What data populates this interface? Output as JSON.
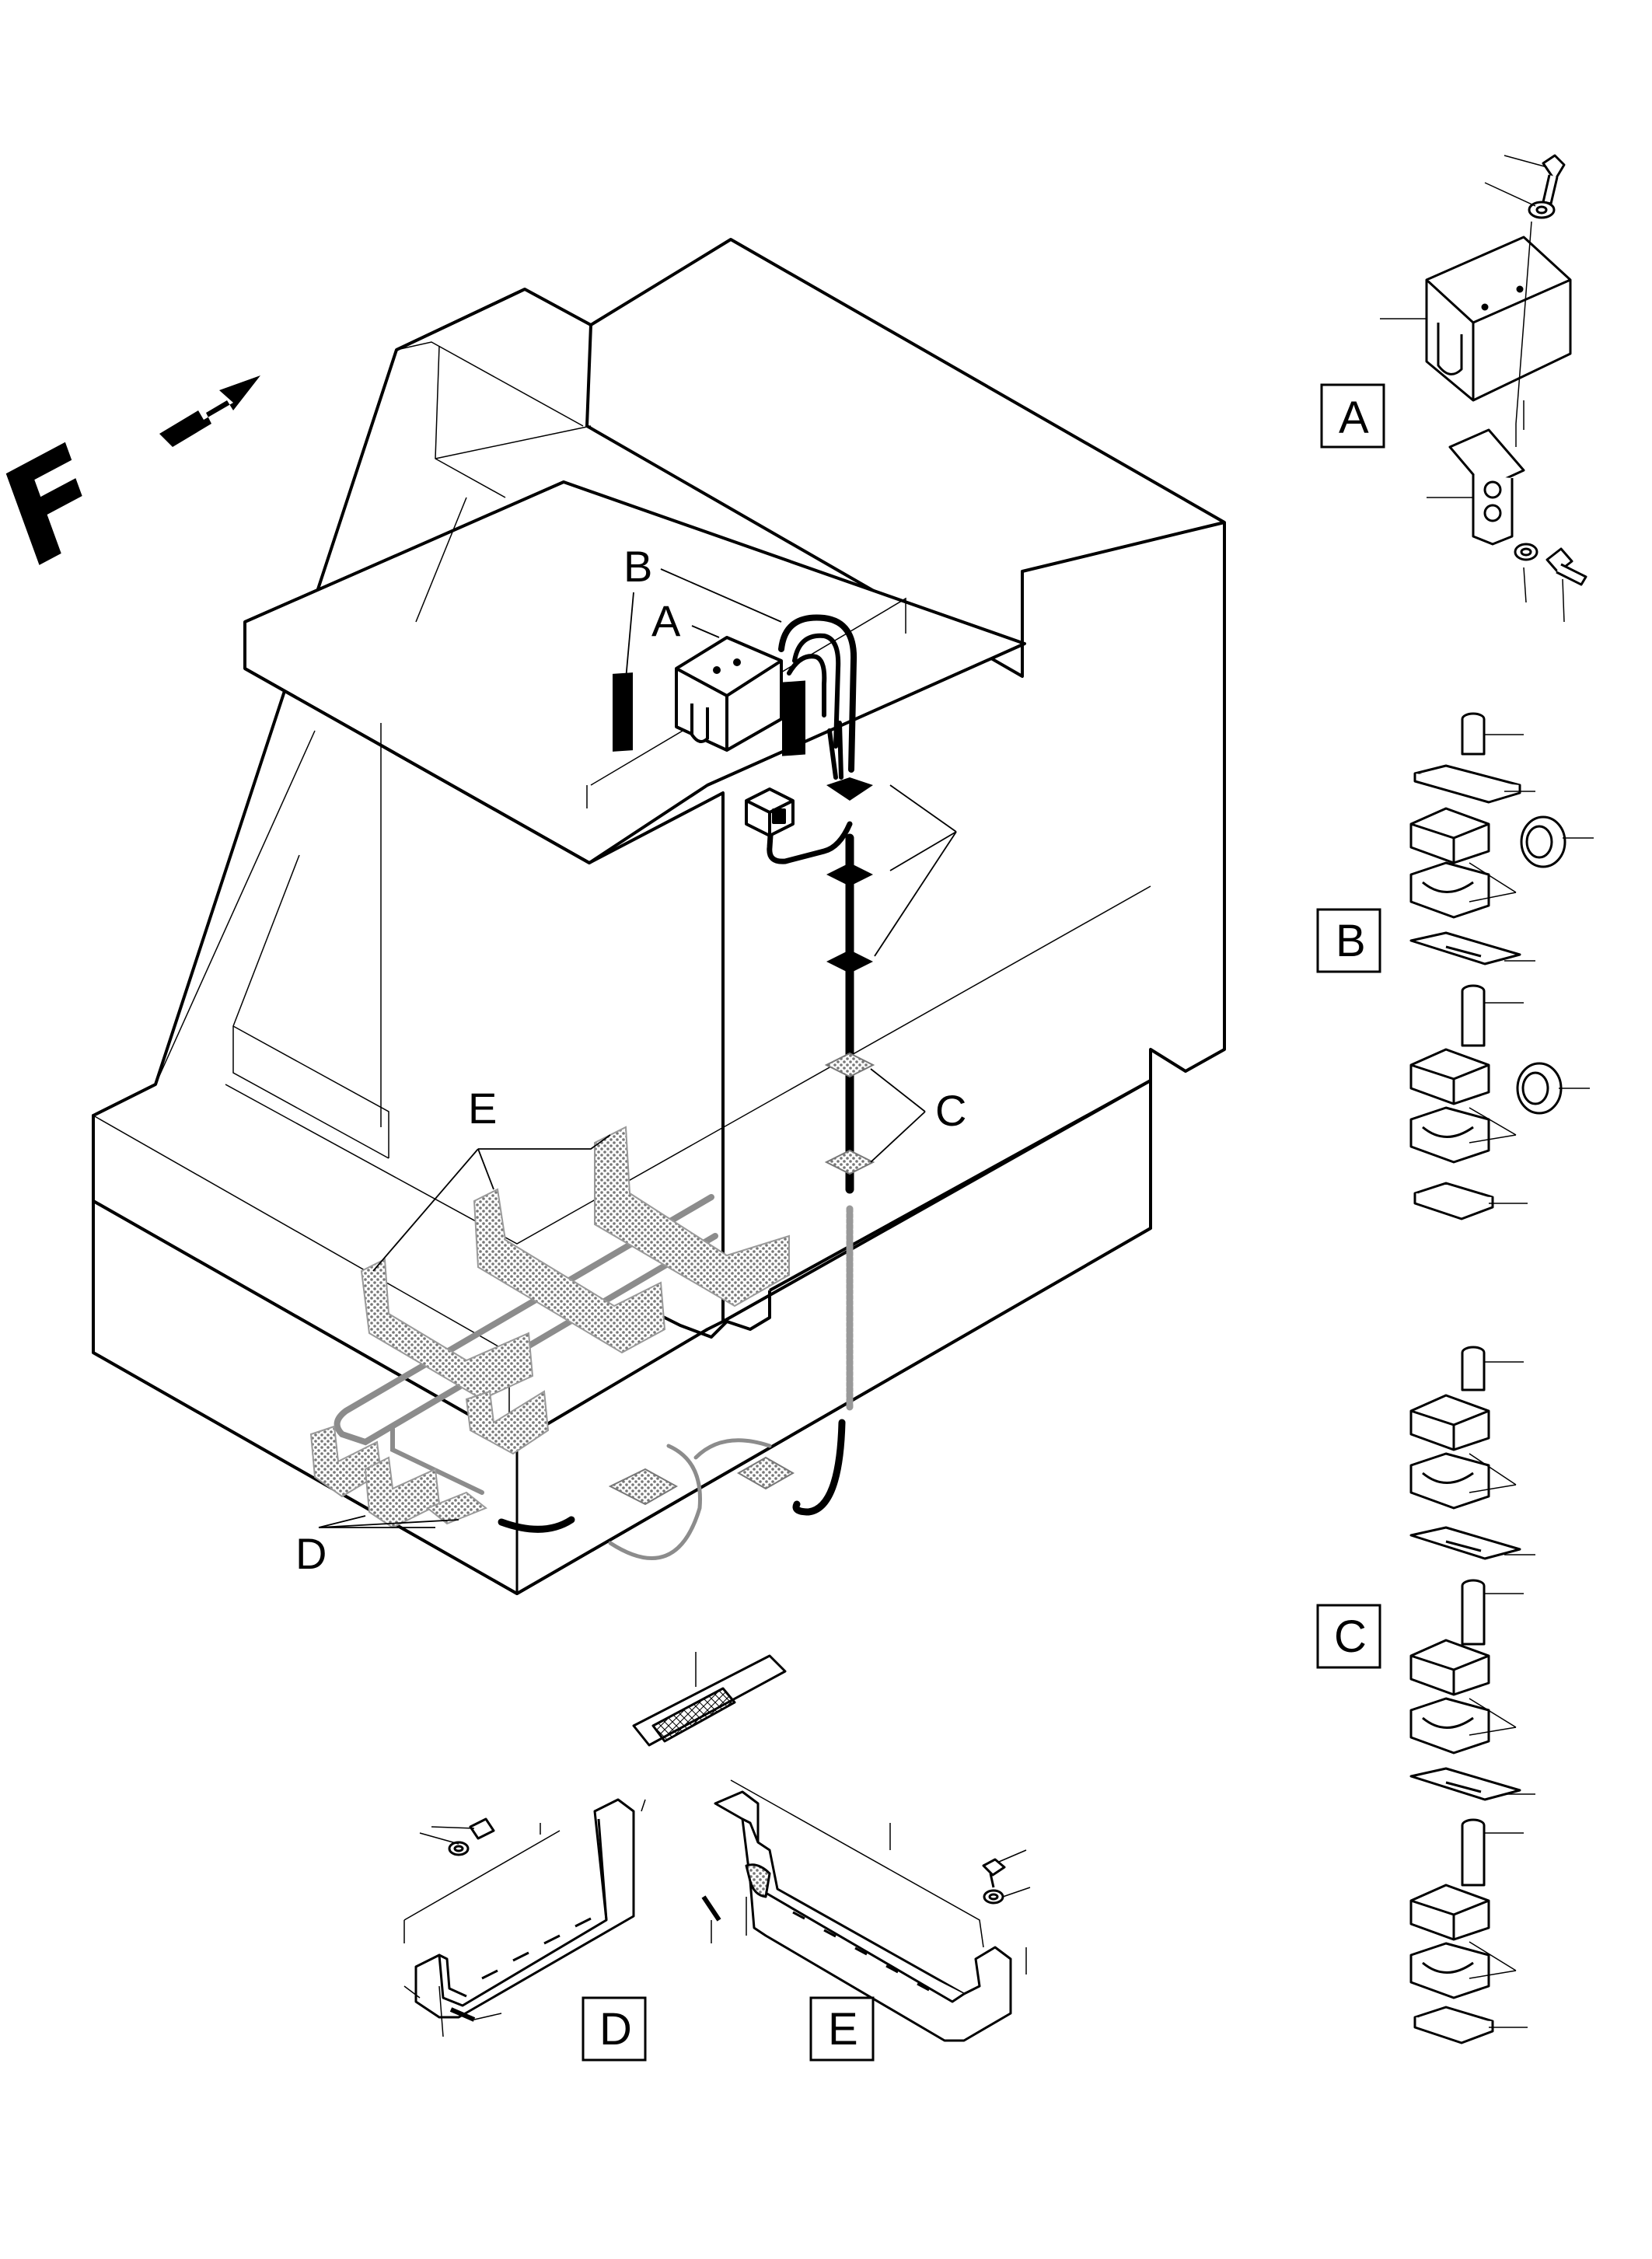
{
  "figure": {
    "direction_letter": "F",
    "direction_arrow_icon": "forward-arrow-icon"
  },
  "callouts": {
    "A": "A",
    "B": "B",
    "C": "C",
    "D": "D",
    "E": "E"
  },
  "detail_boxes": {
    "A": "A",
    "B": "B",
    "C": "C",
    "D": "D",
    "E": "E"
  },
  "colors": {
    "line": "#000000",
    "hatch": "#8c8c8c",
    "background": "#ffffff"
  }
}
